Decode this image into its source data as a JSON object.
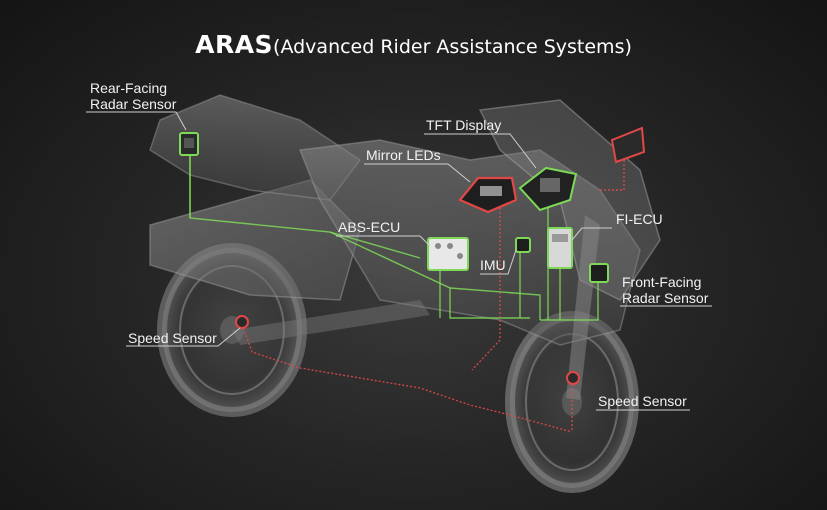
{
  "title": {
    "main": "ARAS",
    "sub": "(Advanced Rider Assistance Systems)"
  },
  "labels": {
    "rear_radar_line1": "Rear-Facing",
    "rear_radar_line2": "Radar Sensor",
    "tft_display": "TFT Display",
    "mirror_leds": "Mirror LEDs",
    "abs_ecu": "ABS-ECU",
    "fi_ecu": "FI-ECU",
    "imu": "IMU",
    "front_radar_line1": "Front-Facing",
    "front_radar_line2": "Radar Sensor",
    "speed_sensor_rear": "Speed Sensor",
    "speed_sensor_front": "Speed Sensor"
  },
  "colors": {
    "green_line": "#7ed957",
    "red_line": "#e04848",
    "label_rule": "#cfcfcf"
  }
}
